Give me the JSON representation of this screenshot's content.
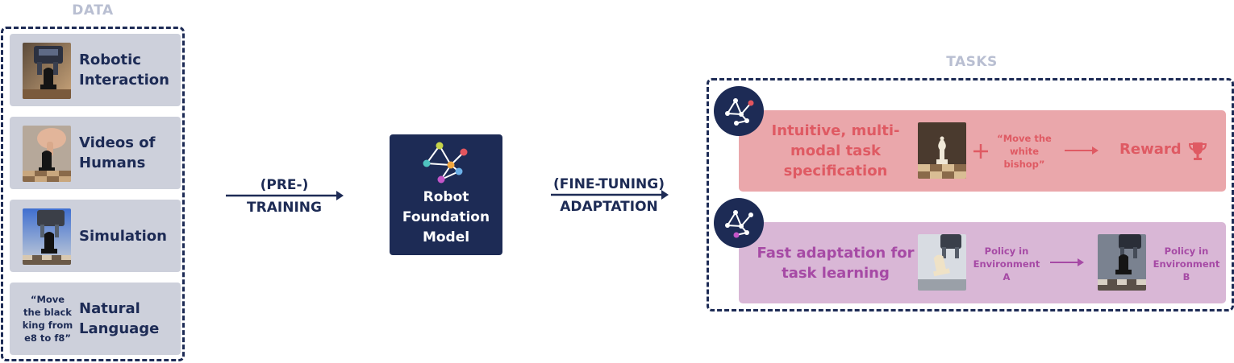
{
  "data": {
    "title": "DATA",
    "items": [
      {
        "label": "Robotic Interaction",
        "icon": "robot-arm-chess-photo"
      },
      {
        "label": "Videos of Humans",
        "icon": "human-hand-chess-photo"
      },
      {
        "label": "Simulation",
        "icon": "simulated-robot-chess-photo"
      },
      {
        "label": "Natural Language",
        "quote": "“Move the black king from e8 to f8”"
      }
    ]
  },
  "training": {
    "line1": "(PRE-)",
    "line2": "TRAINING"
  },
  "model": {
    "label": "Robot Foundation Model",
    "icon": "network-graph-icon"
  },
  "adaptation": {
    "line1": "(FINE-TUNING)",
    "line2": "ADAPTATION"
  },
  "tasks": {
    "title": "TASKS",
    "rows": [
      {
        "title": "Intuitive, multi-modal task specification",
        "quote": "“Move the white bishop”",
        "result": "Reward",
        "result_icon": "trophy-icon",
        "color": "#eaa7ab",
        "text_color": "#df5a63"
      },
      {
        "title": "Fast adaptation for task learning",
        "policy_a": "Policy in Environment A",
        "policy_b": "Policy in Environment B",
        "color": "#d9b7d6",
        "text_color": "#a64aa5"
      }
    ]
  },
  "colors": {
    "navy": "#1d2b55",
    "card_gray": "#cdd0db",
    "title_gray": "#b9bfd2"
  }
}
